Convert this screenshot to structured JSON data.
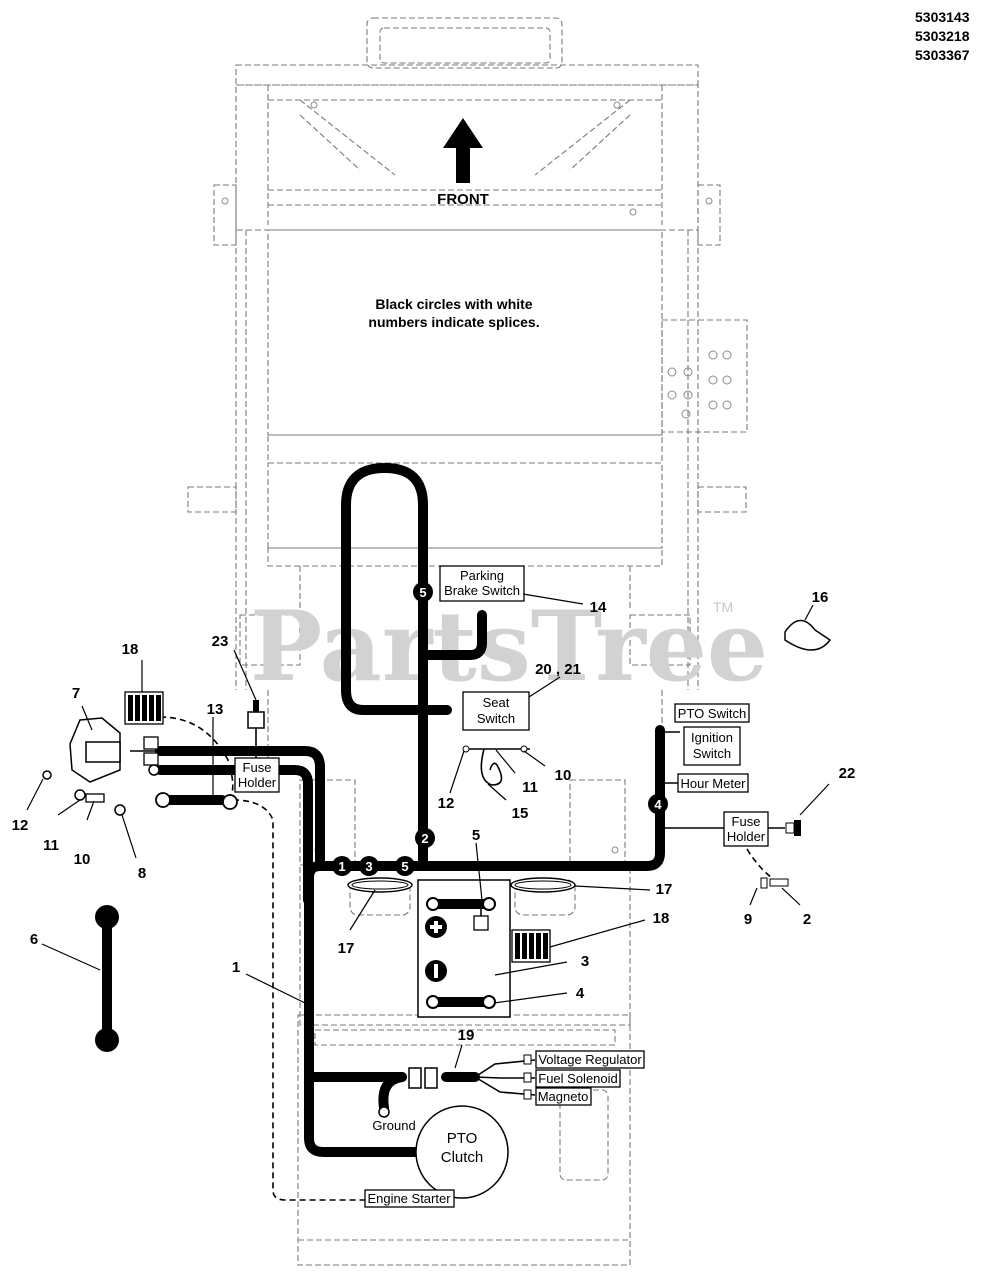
{
  "part_numbers": [
    "5303143",
    "5303218",
    "5303367"
  ],
  "front_label": "FRONT",
  "note_line1": "Black circles with white",
  "note_line2": "numbers indicate splices.",
  "watermark": "PartsTree",
  "watermark_tm": "TM",
  "components": {
    "parking_brake_switch": [
      "Parking",
      "Brake Switch"
    ],
    "seat_switch": [
      "Seat",
      "Switch"
    ],
    "pto_switch": "PTO Switch",
    "ignition_switch": [
      "Ignition",
      "Switch"
    ],
    "hour_meter": "Hour Meter",
    "fuse_holder_left": [
      "Fuse",
      "Holder"
    ],
    "fuse_holder_right": [
      "Fuse",
      "Holder"
    ],
    "voltage_regulator": "Voltage Regulator",
    "fuel_solenoid": "Fuel Solenoid",
    "magneto": "Magneto",
    "ground": "Ground",
    "pto_clutch": [
      "PTO",
      "Clutch"
    ],
    "engine_starter": "Engine Starter"
  },
  "splices": [
    "5",
    "2",
    "4",
    "1",
    "3",
    "5"
  ],
  "callouts": {
    "c14": "14",
    "c16": "16",
    "c20_21": "20 , 21",
    "c18a": "18",
    "c23": "23",
    "c7": "7",
    "c13": "13",
    "c12a": "12",
    "c11a": "11",
    "c10a": "10",
    "c8": "8",
    "c6": "6",
    "c1": "1",
    "c12b": "12",
    "c11b": "11",
    "c10b": "10",
    "c15": "15",
    "c5": "5",
    "c17a": "17",
    "c17b": "17",
    "c18b": "18",
    "c3": "3",
    "c4": "4",
    "c19": "19",
    "c22": "22",
    "c9": "9",
    "c2": "2"
  }
}
